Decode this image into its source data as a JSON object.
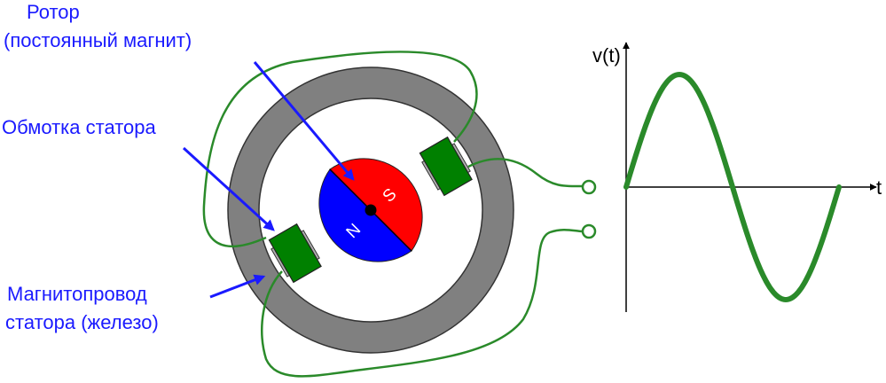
{
  "labels": {
    "rotor_line1": "Ротор",
    "rotor_line2": "(постоянный магнит)",
    "winding": "Обмотка статора",
    "core_line1": "Магнитопровод",
    "core_line2": "статора (железо)"
  },
  "rotor": {
    "south_pole": "S",
    "north_pole": "N"
  },
  "graph": {
    "ylabel": "v(t)",
    "xlabel": "t"
  },
  "colors": {
    "label_blue": "#1a1aff",
    "arrow_blue": "#1a1aff",
    "stator_gray": "#808080",
    "coil_green": "#008000",
    "wire_green": "#2a8a2a",
    "rotor_south_red": "#ff0000",
    "rotor_north_blue": "#0000ff",
    "wave_green": "#2a8a2a"
  }
}
